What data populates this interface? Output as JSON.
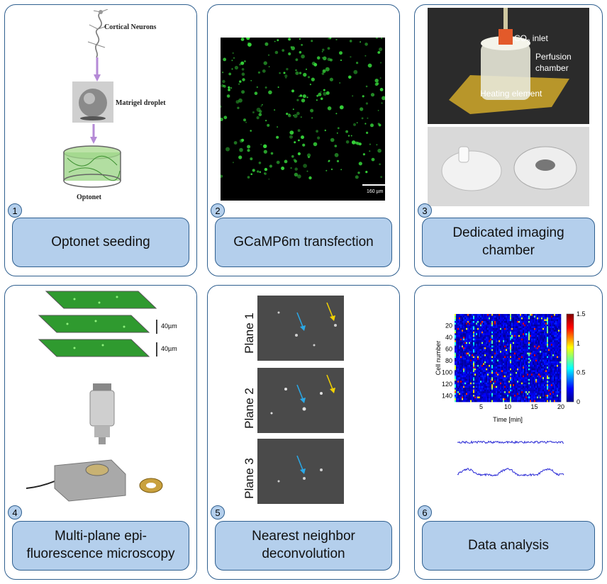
{
  "panels": [
    {
      "number": "1",
      "caption": "Optonet seeding",
      "labels": {
        "neurons": "Cortical Neurons",
        "droplet": "Matrigel droplet",
        "optonet": "Optonet"
      }
    },
    {
      "number": "2",
      "caption": "GCaMP6m transfection",
      "scalebar": "160 µm"
    },
    {
      "number": "3",
      "caption": "Dedicated imaging chamber",
      "labels": {
        "co2": "CO",
        "co2_sub": "2",
        "co2_rest": " inlet",
        "perfusion": "Perfusion chamber",
        "heating": "Heating element"
      }
    },
    {
      "number": "4",
      "caption": "Multi-plane epi-fluorescence microscopy",
      "labels": {
        "gap1": "40µm",
        "gap2": "40µm"
      }
    },
    {
      "number": "5",
      "caption": "Nearest neighbor deconvolution",
      "planes": [
        "Plane 1",
        "Plane 2",
        "Plane 3"
      ]
    },
    {
      "number": "6",
      "caption": "Data analysis"
    }
  ],
  "chart_data": {
    "type": "heatmap",
    "ylabel": "Cell number",
    "xlabel": "Time [min]",
    "xticks": [
      "5",
      "10",
      "15",
      "20"
    ],
    "yticks": [
      "20",
      "40",
      "60",
      "80",
      "100",
      "120",
      "140"
    ],
    "colorbar_ticks": [
      "1.5",
      "1",
      "0.5",
      "0"
    ],
    "xlim": [
      0,
      20
    ],
    "ylim": [
      0,
      150
    ],
    "clim": [
      0,
      1.5
    ]
  },
  "colors": {
    "accent": "#b4cfec",
    "border": "#2f5f8f",
    "fluor": "#36d63a"
  }
}
